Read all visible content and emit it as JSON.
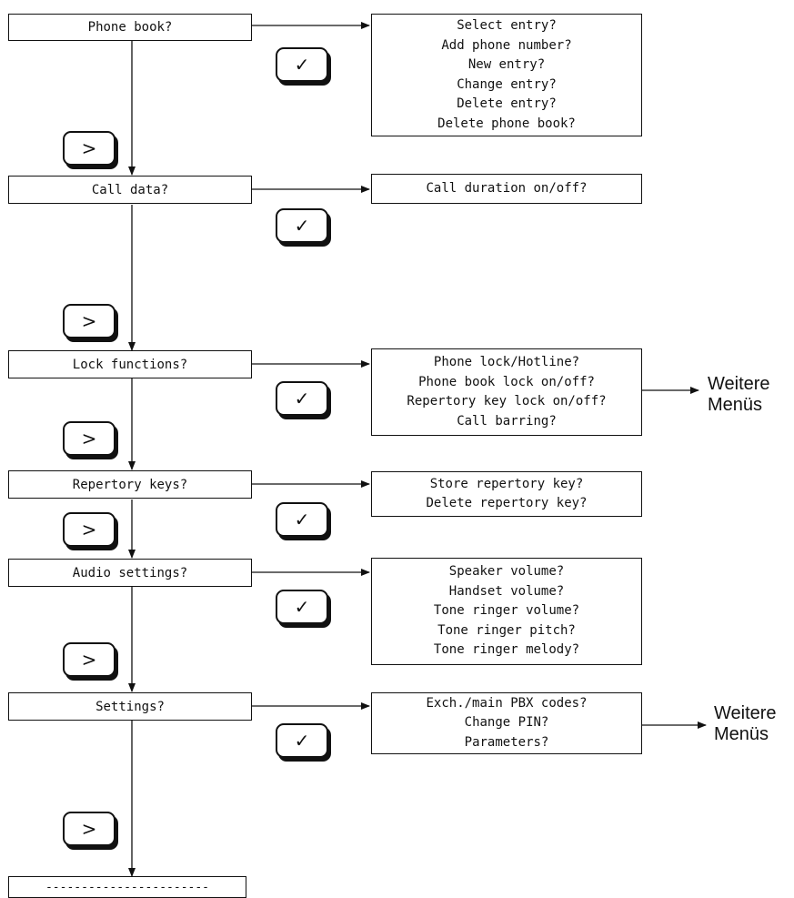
{
  "menus": [
    {
      "label": "Phone book?",
      "submenu": [
        "Select entry?",
        "Add phone number?",
        "New entry?",
        "Change entry?",
        "Delete entry?",
        "Delete phone book?"
      ]
    },
    {
      "label": "Call data?",
      "submenu": [
        "Call duration on/off?"
      ]
    },
    {
      "label": "Lock functions?",
      "submenu": [
        "Phone lock/Hotline?",
        "Phone book lock on/off?",
        "Repertory key lock on/off?",
        "Call barring?"
      ]
    },
    {
      "label": "Repertory keys?",
      "submenu": [
        "Store repertory key?",
        "Delete repertory key?"
      ]
    },
    {
      "label": "Audio settings?",
      "submenu": [
        "Speaker volume?",
        "Handset volume?",
        "Tone ringer volume?",
        "Tone ringer pitch?",
        "Tone ringer melody?"
      ]
    },
    {
      "label": "Settings?",
      "submenu": [
        "Exch./main PBX codes?",
        "Change PIN?",
        "Parameters?"
      ]
    }
  ],
  "end_label": "-----------------------",
  "key_next": ">",
  "key_ok": "✓",
  "more_menus": {
    "line1": "Weitere",
    "line2": "Menüs"
  }
}
